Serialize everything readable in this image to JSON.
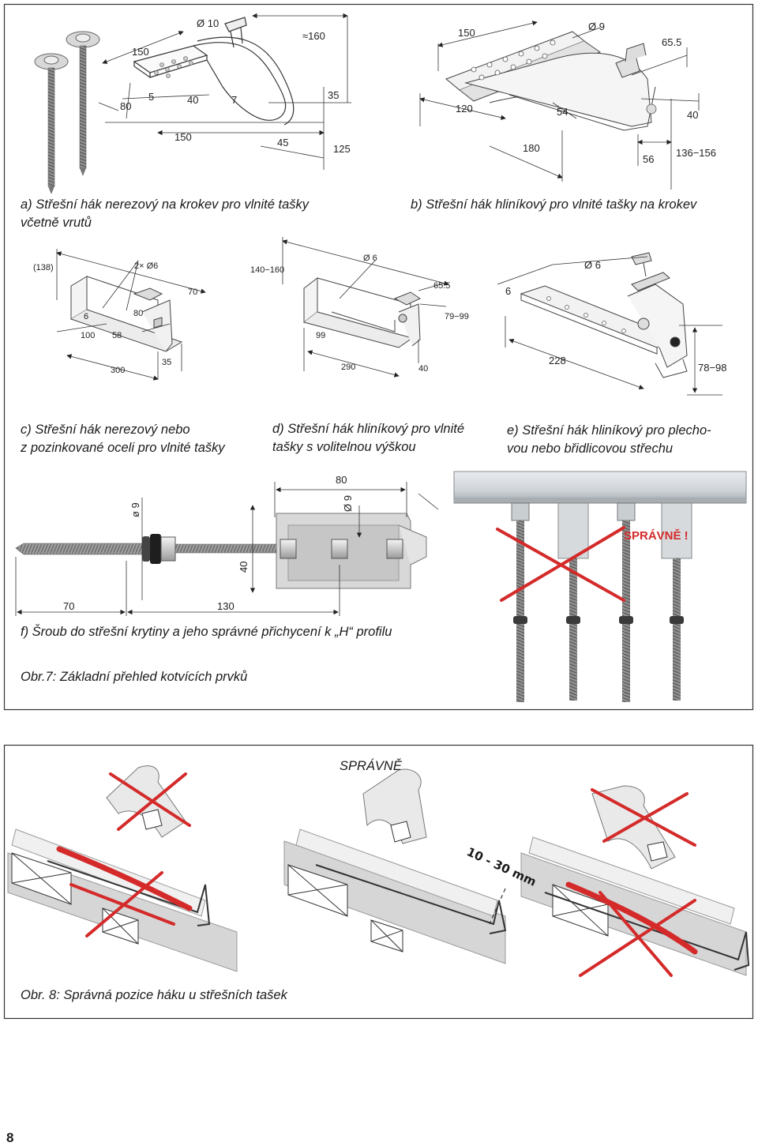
{
  "figure7": {
    "a": {
      "caption_line1": "a) Střešní hák nerezový na krokev pro vlnité tašky",
      "caption_line2": "včetně vrutů",
      "dims": [
        "150",
        "Ø 10",
        "≈160",
        "80",
        "5",
        "40",
        "7",
        "35",
        "150",
        "45",
        "125"
      ]
    },
    "b": {
      "caption": "b) Střešní hák hliníkový pro vlnité tašky na krokev",
      "dims": [
        "150",
        "Ø  9",
        "65.5",
        "120",
        "54",
        "40",
        "180",
        "56",
        "136−156"
      ]
    },
    "c": {
      "caption_line1": "c) Střešní hák nerezový nebo",
      "caption_line2": "z pozinkované oceli pro vlnité tašky",
      "dims": [
        "(138)",
        "2× Ø6",
        "70",
        "6",
        "80",
        "100",
        "58",
        "300",
        "35"
      ]
    },
    "d": {
      "caption_line1": "d) Střešní hák hliníkový pro vlnité",
      "caption_line2": "tašky s volitelnou výškou",
      "dims": [
        "140−160",
        "Ø 6",
        "65.5",
        "79−99",
        "99",
        "290",
        "40"
      ]
    },
    "e": {
      "caption_line1": "e) Střešní hák hliníkový pro plecho-",
      "caption_line2": "vou nebo břidlicovou střechu",
      "dims": [
        "Ø 6",
        "6",
        "228",
        "78−98"
      ]
    },
    "f": {
      "caption": "f) Šroub do střešní krytiny a jeho správné přichycení k „H“ profilu",
      "dims": [
        "ø 9",
        "80",
        "Ø 9",
        "40",
        "70",
        "130"
      ],
      "correct_label": "SPRÁVNĚ !"
    },
    "title": "Obr.7: Základní přehled kotvících prvků"
  },
  "figure8": {
    "correct_label": "SPRÁVNĚ",
    "gap_label": "10 - 30 mm",
    "title": "Obr. 8: Správná pozice háku u střešních tašek"
  },
  "page_number": "8",
  "colors": {
    "cross": "#d42a2a",
    "frame": "#333333",
    "red_text": "#d42a2a"
  }
}
